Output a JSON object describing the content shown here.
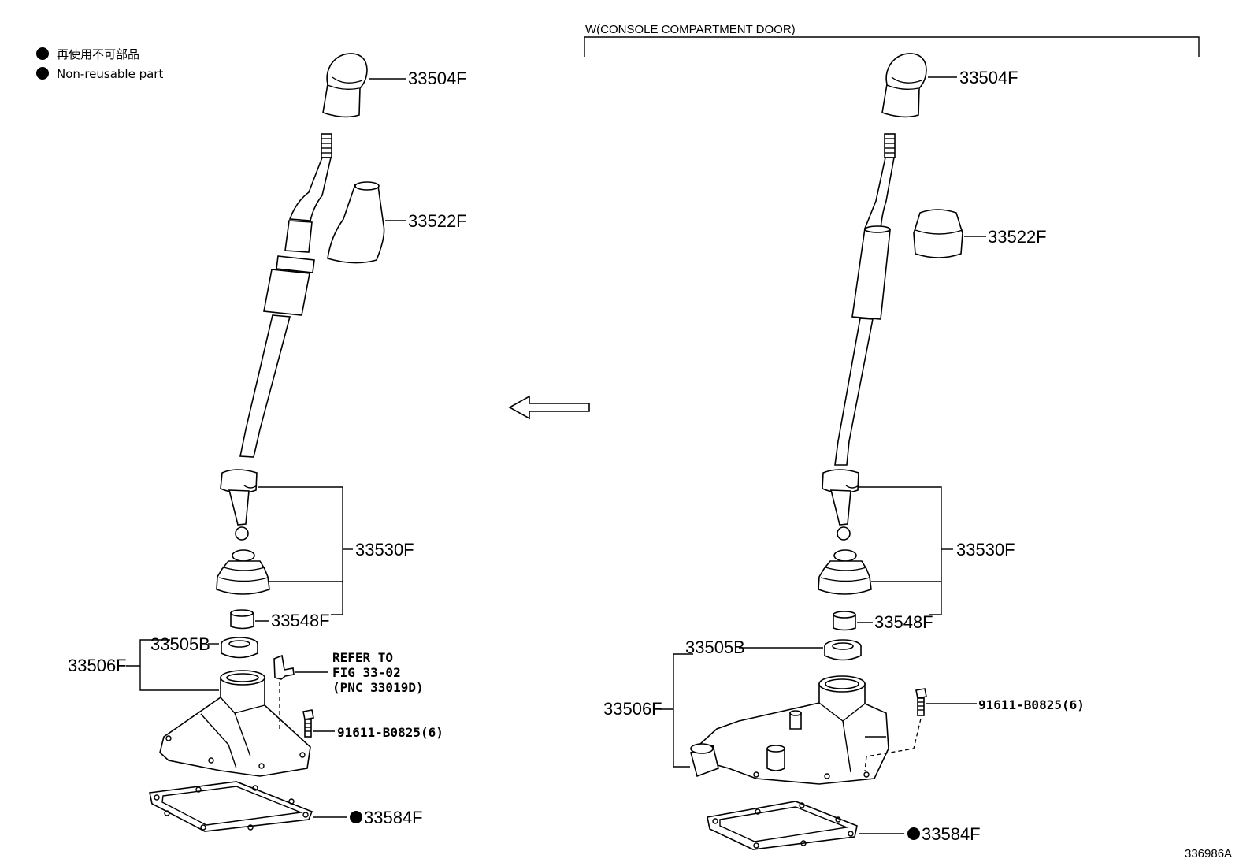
{
  "legend": {
    "items": [
      {
        "text": "再使用不可部品"
      },
      {
        "text": "Non-reusable part"
      }
    ]
  },
  "right_panel": {
    "title": "W(CONSOLE COMPARTMENT DOOR)"
  },
  "left_labels": {
    "knob": "33504F",
    "boot": "33522F",
    "lever": "33530F",
    "bushing": "33548F",
    "seal": "33505B",
    "retainer": "33506F",
    "bolt": "91611-B0825(6)",
    "gasket": "33584F",
    "refer_line1": "REFER TO",
    "refer_line2": "FIG 33-02",
    "refer_line3": "(PNC 33019D)"
  },
  "right_labels": {
    "knob": "33504F",
    "boot": "33522F",
    "lever": "33530F",
    "bushing": "33548F",
    "seal": "33505B",
    "retainer": "33506F",
    "bolt": "91611-B0825(6)",
    "gasket": "33584F"
  },
  "figure_id": "336986A",
  "icons": {
    "non_reusable_marker": "filled-circle-icon",
    "direction": "left-arrow-icon"
  },
  "colors": {
    "ink": "#000000",
    "paper": "#ffffff"
  }
}
